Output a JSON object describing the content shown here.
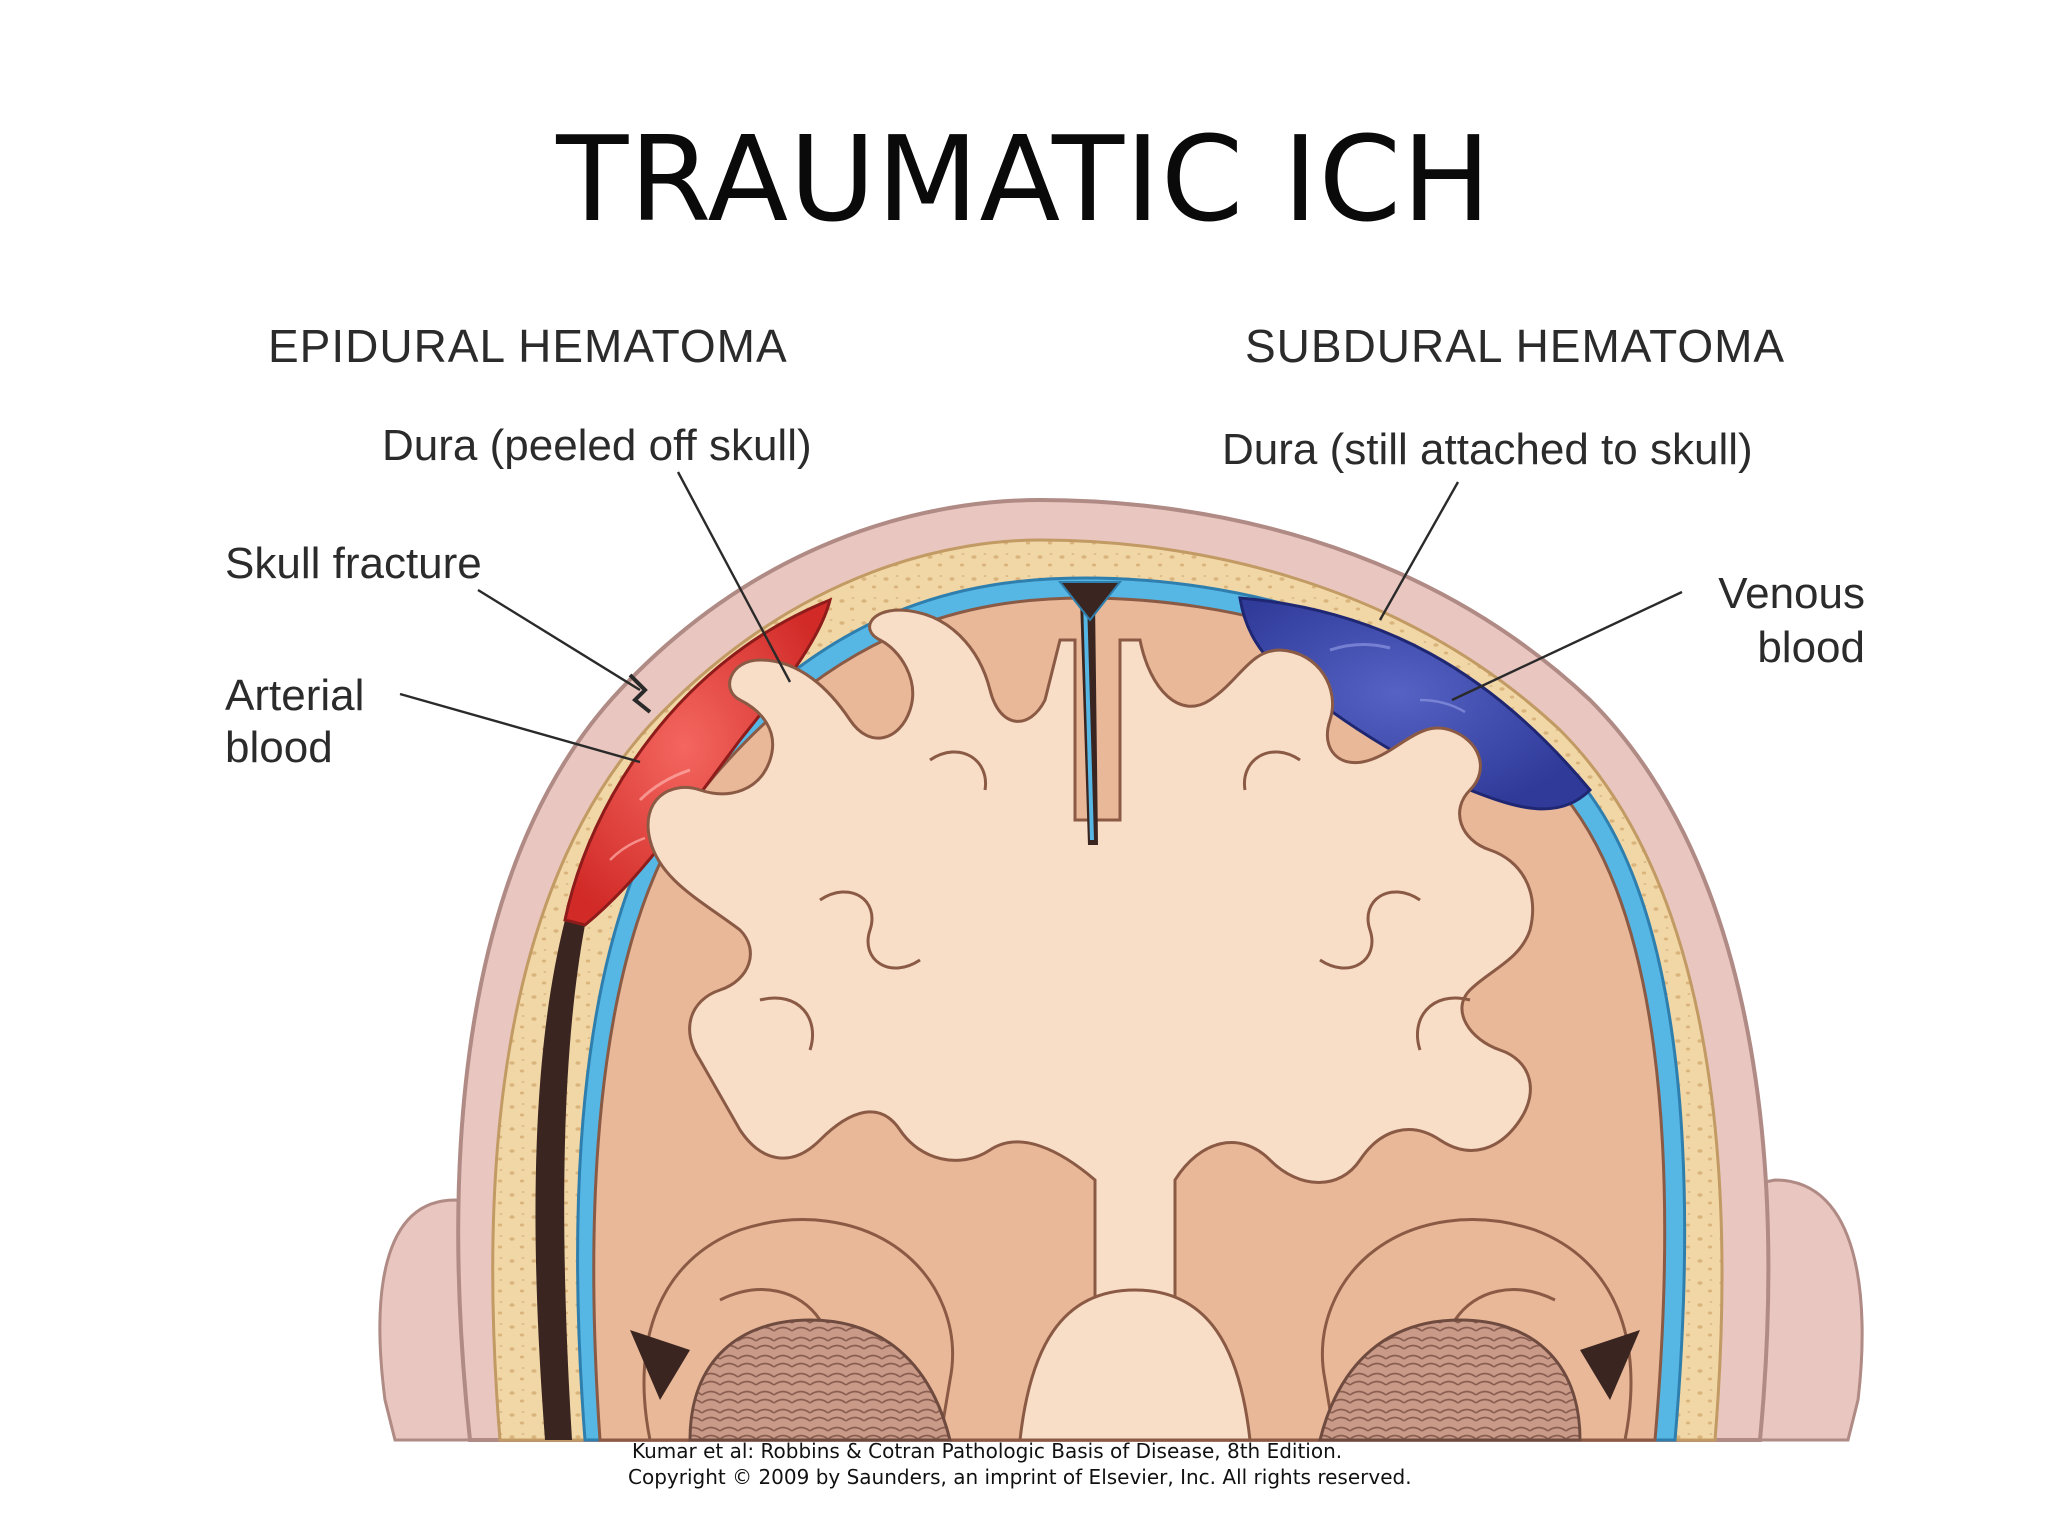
{
  "slide": {
    "title": "TRAUMATIC ICH"
  },
  "diagram": {
    "headings": {
      "left": "EPIDURAL HEMATOMA",
      "right": "SUBDURAL HEMATOMA"
    },
    "labels": {
      "dura_peeled": "Dura (peeled off skull)",
      "dura_attached": "Dura (still attached to skull)",
      "skull_fracture": "Skull fracture",
      "arterial_line1": "Arterial",
      "arterial_line2": "blood",
      "venous_line1": "Venous",
      "venous_line2": "blood"
    },
    "credit": {
      "line1": "Kumar et al: Robbins & Cotran Pathologic Basis of Disease, 8th Edition.",
      "line2": "Copyright © 2009 by Saunders, an imprint of Elsevier, Inc. All rights reserved."
    },
    "colors": {
      "scalp": "#e9c6bf",
      "skull": "#f2d7a6",
      "skull_pores": "#d9b47c",
      "dura": "#56b6e4",
      "brain": "#e9b898",
      "white_matter": "#f8ddc7",
      "arterial_blood": "#e23a35",
      "venous_blood": "#3d49ad",
      "cerebellum": "#c99a88",
      "dark_space": "#3a2521"
    },
    "icons": {
      "fracture": "skull-fracture-mark"
    }
  }
}
